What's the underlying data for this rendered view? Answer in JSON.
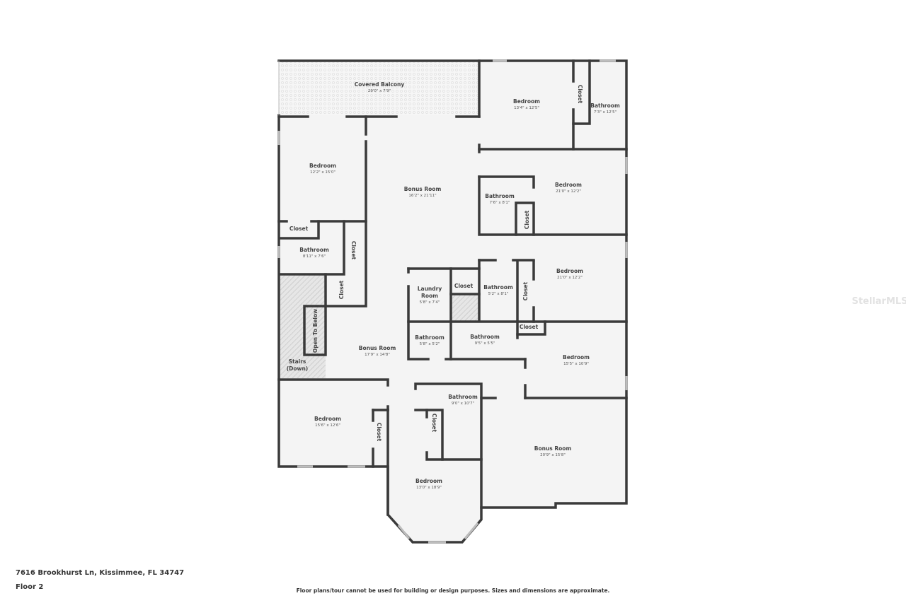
{
  "rooms": [
    {
      "name": "Covered Balcony",
      "dims": "29'0\" x 7'9\""
    },
    {
      "name": "Bedroom",
      "dims": "13'4\" x 12'5\""
    },
    {
      "name": "Closet"
    },
    {
      "name": "Bathroom",
      "dims": "7'3\" x 12'5\""
    },
    {
      "name": "Bedroom",
      "dims": "12'2\" x 15'0\""
    },
    {
      "name": "Bonus Room",
      "dims": "16'2\" x 21'11\""
    },
    {
      "name": "Bathroom",
      "dims": "7'6\" x 8'1\""
    },
    {
      "name": "Bedroom",
      "dims": "21'0\" x 12'2\""
    },
    {
      "name": "Closet"
    },
    {
      "name": "Closet"
    },
    {
      "name": "Bathroom",
      "dims": "8'11\" x 7'6\""
    },
    {
      "name": "Closet"
    },
    {
      "name": "Closet"
    },
    {
      "name": "Laundry",
      "name2": "Room",
      "dims": "5'8\" x 7'4\""
    },
    {
      "name": "Closet"
    },
    {
      "name": "Bathroom",
      "dims": "5'2\" x 8'1\""
    },
    {
      "name": "Closet"
    },
    {
      "name": "Bedroom",
      "dims": "21'0\" x 12'2\""
    },
    {
      "name": "Open To Below"
    },
    {
      "name": "Bathroom",
      "dims": "5'8\" x 5'2\""
    },
    {
      "name": "Bathroom",
      "dims": "9'5\" x 5'5\""
    },
    {
      "name": "Closet"
    },
    {
      "name": "Bonus Room",
      "dims": "17'9\" x 14'8\""
    },
    {
      "name": "Bedroom",
      "dims": "15'5\" x 10'9\""
    },
    {
      "name": "Stairs",
      "name2": "(Down)"
    },
    {
      "name": "Bathroom",
      "dims": "9'0\" x 10'7\""
    },
    {
      "name": "Bedroom",
      "dims": "15'6\" x 12'6\""
    },
    {
      "name": "Closet"
    },
    {
      "name": "Closet"
    },
    {
      "name": "Bonus Room",
      "dims": "20'9\" x 15'8\""
    },
    {
      "name": "Bedroom",
      "dims": "13'0\" x 18'9\""
    }
  ],
  "footer": {
    "address": "7616 Brookhurst Ln, Kissimmee, FL 34747",
    "floor": "Floor 2",
    "disclaimer": "Floor plans/tour cannot be used for building or design purposes. Sizes and dimensions are approximate."
  },
  "watermark": "StellarMLS",
  "colors": {
    "wall": "#3a3a3a",
    "floor": "#f4f4f4",
    "text": "#444444"
  }
}
